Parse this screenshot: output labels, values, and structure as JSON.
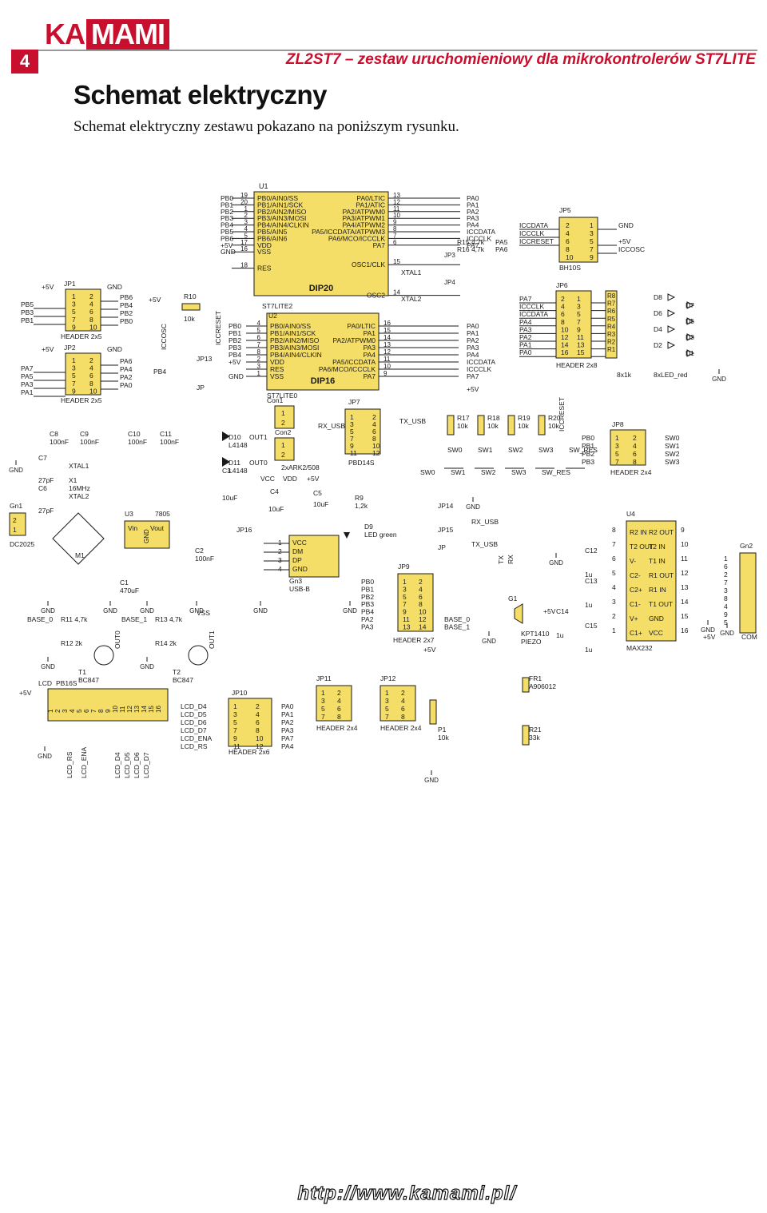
{
  "brand": {
    "logo_part1": "KA",
    "logo_part2": "MAMI"
  },
  "header": {
    "page_number": "4",
    "series_title": "ZL2ST7 – zestaw uruchomieniowy dla mikrokontrolerów ST7LITE"
  },
  "title": "Schemat elektryczny",
  "intro": "Schemat elektryczny zestawu pokazano na poniższym rysunku.",
  "footer_url": "http://www.kamami.pl/",
  "colors": {
    "accent": "#c8102e",
    "component_fill": "#f5de68",
    "wire": "#1a1a1a"
  },
  "schematic": {
    "u1": {
      "ref": "U1",
      "pkg": "DIP20",
      "left_pins": [
        [
          "PB0",
          "19",
          "PB0/AIN0/SS"
        ],
        [
          "PB1",
          "20",
          "PB1/AIN1/SCK"
        ],
        [
          "PB2",
          "1",
          "PB2/AIN2/MISO"
        ],
        [
          "PB3",
          "2",
          "PB3/AIN3/MOSI"
        ],
        [
          "PB4",
          "3",
          "PB4/AIN4/CLKIN"
        ],
        [
          "PB5",
          "4",
          "PB5/AIN5"
        ],
        [
          "PB6",
          "5",
          "PB6/AIN6"
        ],
        [
          "+5V",
          "17",
          "VDD"
        ],
        [
          "GND",
          "16",
          "VSS"
        ],
        [
          "",
          "18",
          "RES"
        ]
      ],
      "right_pins": [
        [
          "PA0/LTIC",
          "13",
          "PA0"
        ],
        [
          "PA1/ATIC",
          "12",
          "PA1"
        ],
        [
          "PA2/ATPWM0",
          "11",
          "PA2"
        ],
        [
          "PA3/ATPWM1",
          "10",
          "PA3"
        ],
        [
          "PA4/ATPWM2",
          "9",
          "PA4"
        ],
        [
          "PA5/ICCDATA/ATPWM3",
          "8",
          "ICCDATA"
        ],
        [
          "PA6/MCO/ICCCLK",
          "7",
          "ICCCLK"
        ],
        [
          "PA7",
          "6",
          "PA7"
        ],
        [
          "OSC1/CLK",
          "15",
          "XTAL1"
        ],
        [
          "OSC2",
          "14",
          "XTAL2"
        ]
      ]
    },
    "u2": {
      "ref": "U2",
      "part": "ST7LITE2",
      "pkg": "DIP16",
      "bottom_label": "ST7LITE0",
      "left_pins": [
        [
          "PB0",
          "4",
          "PB0/AIN0/SS"
        ],
        [
          "PB1",
          "5",
          "PB1/AIN1/SCK"
        ],
        [
          "PB2",
          "6",
          "PB2/AIN2/MISO"
        ],
        [
          "PB3",
          "7",
          "PB3/AIN3/MOSI"
        ],
        [
          "PB4",
          "8",
          "PB4/AIN4/CLKIN"
        ],
        [
          "+5V",
          "2",
          "VDD"
        ],
        [
          "",
          "3",
          "RES"
        ],
        [
          "GND",
          "1",
          "VSS"
        ]
      ],
      "right_pins": [
        [
          "PA0/LTIC",
          "16",
          "PA0"
        ],
        [
          "PA1",
          "15",
          "PA1"
        ],
        [
          "PA2/ATPWM0",
          "14",
          "PA2"
        ],
        [
          "PA3",
          "13",
          "PA3"
        ],
        [
          "PA4",
          "12",
          "PA4"
        ],
        [
          "PA5/ICCDATA",
          "11",
          "ICCDATA"
        ],
        [
          "PA6/MCO/ICCCLK",
          "10",
          "ICCCLK"
        ],
        [
          "PA7",
          "9",
          "PA7"
        ]
      ]
    },
    "jp5": {
      "ref": "JP5",
      "type": "BH10S",
      "left_nets": [
        "ICCDATA",
        "ICCCLK",
        "ICCRESET",
        "",
        ""
      ],
      "pins_left": [
        "2",
        "4",
        "6",
        "8",
        "10"
      ],
      "pins_right": [
        "1",
        "3",
        "5",
        "7",
        "9"
      ],
      "right_nets": [
        "GND",
        "",
        "+5V",
        "ICCOSC",
        ""
      ]
    },
    "jp6": {
      "ref": "JP6",
      "type": "HEADER 2x8",
      "left_nets": [
        "PA7",
        "ICCCLK",
        "ICCDATA",
        "PA4",
        "PA3",
        "PA2",
        "PA1",
        "PA0"
      ],
      "pins_left": [
        "2",
        "4",
        "6",
        "8",
        "10",
        "12",
        "14",
        "16"
      ],
      "pins_right": [
        "1",
        "3",
        "5",
        "7",
        "9",
        "11",
        "13",
        "15"
      ]
    },
    "resistors_led": [
      "R8",
      "R7",
      "R6",
      "R5",
      "R4",
      "R3",
      "R2",
      "R1"
    ],
    "leds": [
      "D8",
      "D7",
      "D6",
      "D5",
      "D4",
      "D3",
      "D2",
      "D1"
    ],
    "led_array_labels": [
      "8x1k",
      "8xLED_red"
    ],
    "jp1": {
      "ref": "JP1",
      "type": "HEADER 2x5",
      "left_nets": [
        "PB5",
        "PB3",
        "PB1"
      ],
      "right_nets": [
        "PB6",
        "PB4",
        "PB2",
        "PB0"
      ]
    },
    "jp2": {
      "ref": "JP2",
      "type": "HEADER 2x5",
      "left_nets": [
        "PA7",
        "PA5",
        "PA3",
        "PA1"
      ],
      "right_nets": [
        "PA6",
        "PA4",
        "PA2",
        "PA0"
      ]
    },
    "header_pins_left": [
      "1",
      "3",
      "5",
      "7",
      "9"
    ],
    "header_pins_right": [
      "2",
      "4",
      "6",
      "8",
      "10"
    ],
    "jp7": {
      "ref": "JP7",
      "type": "PBD14S",
      "pins_left": [
        "1",
        "3",
        "5",
        "7",
        "9",
        "11"
      ],
      "pins_right": [
        "2",
        "4",
        "6",
        "8",
        "10",
        "12"
      ],
      "net": "RX_USB",
      "net2": "TX_USB"
    },
    "jp8": {
      "ref": "JP8",
      "type": "HEADER 2x4",
      "left_nets": [
        "PB0",
        "PB1",
        "PB2",
        "PB3"
      ],
      "right_nets": [
        "SW0",
        "SW1",
        "SW2",
        "SW3"
      ]
    },
    "jp9": {
      "ref": "JP9",
      "type": "HEADER 2x7",
      "left_nets": [
        "PB0",
        "PB1",
        "PB2",
        "PB3",
        "PB4",
        "PA2",
        "PA3"
      ],
      "right_nets": [
        "",
        "",
        "",
        "",
        "",
        "BASE_0",
        "BASE_1"
      ],
      "pins_left": [
        "1",
        "3",
        "5",
        "7",
        "9",
        "11",
        "13"
      ],
      "pins_right": [
        "2",
        "4",
        "6",
        "8",
        "10",
        "12",
        "14"
      ]
    },
    "jp10": {
      "ref": "JP10",
      "type": "HEADER 2x6",
      "left_nets": [
        "LCD_D4",
        "LCD_D5",
        "LCD_D6",
        "LCD_D7",
        "LCD_ENA",
        "LCD_RS"
      ],
      "right_nets": [
        "PA0",
        "PA1",
        "PA2",
        "PA3",
        "PA7",
        "PA4"
      ],
      "pins_left": [
        "1",
        "3",
        "5",
        "7",
        "9",
        "11"
      ],
      "pins_right": [
        "2",
        "4",
        "6",
        "8",
        "10",
        "12"
      ]
    },
    "jp11": {
      "ref": "JP11",
      "type": "HEADER 2x4"
    },
    "jp12": {
      "ref": "JP12",
      "type": "HEADER 2x4"
    },
    "pins_2x4_left": [
      "1",
      "3",
      "5",
      "7"
    ],
    "pins_2x4_right": [
      "2",
      "4",
      "6",
      "8"
    ],
    "pull_up_resistors": [
      [
        "R17",
        "10k"
      ],
      [
        "R18",
        "10k"
      ],
      [
        "R19",
        "10k"
      ],
      [
        "R20",
        "10k"
      ]
    ],
    "switches": [
      "SW0",
      "SW1",
      "SW2",
      "SW3",
      "SW_RES"
    ],
    "u3": {
      "ref": "U3",
      "part": "7805",
      "pins": [
        "Vin",
        "Vout",
        "GND"
      ]
    },
    "u4": {
      "ref": "U4",
      "part": "MAX232",
      "left": [
        "R2 IN",
        "T2 OUT",
        "V-",
        "C2-",
        "C2+",
        "C1-",
        "V+",
        "C1+"
      ],
      "right": [
        "R2 OUT",
        "T2 IN",
        "T1 IN",
        "R1 OUT",
        "R1 IN",
        "T1 OUT",
        "GND",
        "VCC"
      ],
      "pins_left": [
        "8",
        "7",
        "6",
        "5",
        "4",
        "3",
        "2",
        "1"
      ],
      "pins_right": [
        "9",
        "10",
        "11",
        "12",
        "13",
        "14",
        "15",
        "16"
      ]
    },
    "com": {
      "ref": "Gn2",
      "label": "COM",
      "pins": [
        "1",
        "6",
        "2",
        "7",
        "3",
        "8",
        "4",
        "9",
        "5"
      ]
    },
    "power": {
      "gn1": "Gn1",
      "dc": "DC2025",
      "bridge": "M1",
      "c1": "C1",
      "c1_val": "470uF"
    },
    "caps": [
      [
        "C8",
        "100nF"
      ],
      [
        "C9",
        "100nF"
      ],
      [
        "C10",
        "100nF"
      ],
      [
        "C11",
        "100nF"
      ],
      [
        "C7",
        "27pF"
      ],
      [
        "C6",
        "27pF"
      ],
      [
        "C2",
        "100nF"
      ],
      [
        "C3",
        "10uF"
      ],
      [
        "C4",
        "10uF"
      ],
      [
        "C5",
        "10uF"
      ],
      [
        "C12",
        "1u"
      ],
      [
        "C13",
        "1u"
      ],
      [
        "C14",
        "1u"
      ],
      [
        "C15",
        "1u"
      ]
    ],
    "crystal": {
      "ref": "X1",
      "value": "16MHz",
      "net1": "XTAL1",
      "net2": "XTAL2"
    },
    "transistors": [
      [
        "T1",
        "BC847",
        "BASE_0",
        "R11 4,7k",
        "R12 2k",
        "OUT0"
      ],
      [
        "T2",
        "BC847",
        "BASE_1",
        "R13 4,7k",
        "R14 2k",
        "OUT1"
      ]
    ],
    "diodes": [
      [
        "D10",
        "L4148",
        "OUT1"
      ],
      [
        "D11",
        "L4148",
        "OUT0"
      ]
    ],
    "con1": {
      "ref": "Con1",
      "pins": [
        "1",
        "2"
      ]
    },
    "con2": {
      "ref": "Con2",
      "pins": [
        "1",
        "2"
      ],
      "value": "2xARK2/508"
    },
    "usb": {
      "ref": "Gn3",
      "type": "USB-B",
      "pins": [
        "VCC",
        "DM",
        "DP",
        "GND"
      ],
      "nums": [
        "1",
        "2",
        "3",
        "4"
      ]
    },
    "led_green": {
      "ref": "D9",
      "value": "LED green",
      "res": "R9",
      "res_val": "1,2k"
    },
    "piezo": {
      "ref": "G1",
      "part": "KPT1410",
      "type": "PIEZO"
    },
    "lcd": {
      "ref": "LCD",
      "part": "PB16S",
      "pins": [
        "1",
        "2",
        "3",
        "4",
        "5",
        "6",
        "7",
        "8",
        "9",
        "10",
        "11",
        "12",
        "13",
        "14",
        "15",
        "16"
      ],
      "vert_labels": [
        "LCD_RS",
        "LCD_ENA",
        "LCD_D4",
        "LCD_D5",
        "LCD_D6",
        "LCD_D7"
      ]
    },
    "fr1": {
      "ref": "FR1",
      "part": "A906012"
    },
    "r21": {
      "ref": "R21",
      "value": "33k"
    },
    "p1": {
      "ref": "P1",
      "value": "10k"
    },
    "r10": {
      "ref": "R10",
      "value": "10k"
    },
    "r15": "R15 4,7k",
    "r16": "R16 4,7k",
    "misc": {
      "iccosc": "ICCOSC",
      "iccreset": "ICCRESET",
      "gnd": "GND",
      "vcc": "+5V",
      "vcc2": "VCC",
      "vdd": "VDD",
      "vss": "VSS",
      "jp13": "JP13",
      "jp14": "JP14",
      "jp15": "JP15",
      "jp16": "JP16",
      "jp3": "JP3",
      "jp4": "JP4",
      "jp": "JP",
      "res": "RES",
      "pa5": "PA5",
      "pa6": "PA6",
      "pb4": "PB4",
      "rx": "RX",
      "tx": "TX",
      "base0": "BASE_0",
      "base1": "BASE_1",
      "rx_usb": "RX_USB",
      "tx_usb": "TX_USB"
    }
  }
}
